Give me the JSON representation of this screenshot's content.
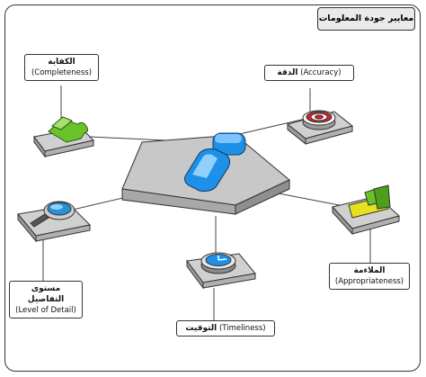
{
  "title": "معايير جودة المعلومات",
  "criteria": {
    "completeness": {
      "ar": "الكفاية",
      "en": "(Completeness)"
    },
    "accuracy": {
      "ar": "الدقة",
      "en": "(Accuracy)"
    },
    "detail": {
      "ar": "مستوى التفاصيل",
      "en": "(Level of Detail)"
    },
    "appropriateness": {
      "ar": "الملاءمة",
      "en": "(Appropriateness)"
    },
    "timeliness": {
      "ar": "التوقيت",
      "en": "(Timeliness)"
    }
  },
  "colors": {
    "blue": "#1e90e8",
    "green": "#6ac22a",
    "red": "#d8212b",
    "yellow": "#e7e01e",
    "platform": "#d4d4d4"
  }
}
